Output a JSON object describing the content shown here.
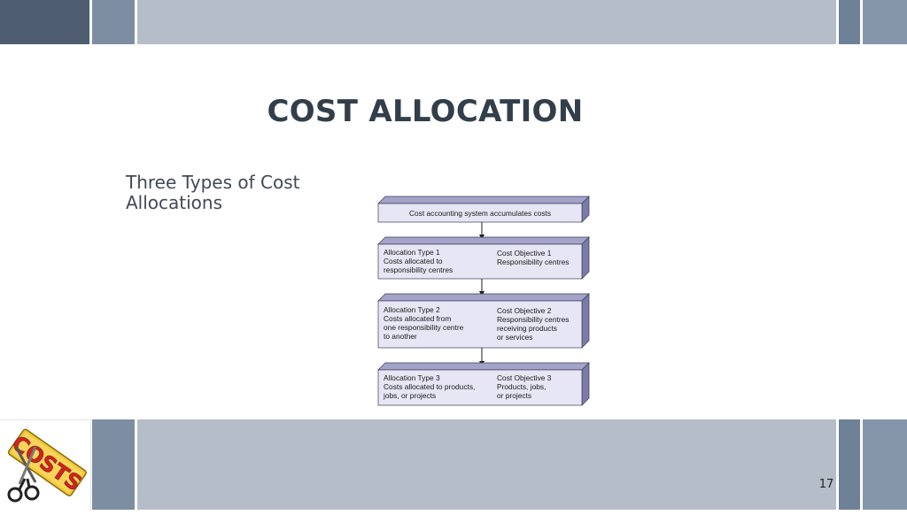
{
  "slide": {
    "title": "COST ALLOCATION",
    "subtitle": "Three Types of Cost Allocations",
    "slide_number": "17"
  },
  "logo": {
    "text": "COSTS",
    "icon": "scissors-icon"
  },
  "diagram": {
    "top_box": "Cost accounting system accumulates costs",
    "steps": [
      {
        "left": [
          "Allocation Type 1",
          "Costs allocated to",
          "responsibility centres"
        ],
        "right": [
          "Cost Objective 1",
          "Responsibility centres"
        ]
      },
      {
        "left": [
          "Allocation Type 2",
          "Costs allocated from",
          "one responsibility centre",
          "to another"
        ],
        "right": [
          "Cost Objective 2",
          "Responsibility centres",
          "receiving products",
          "or services"
        ]
      },
      {
        "left": [
          "Allocation Type 3",
          "Costs allocated to products,",
          "jobs, or projects"
        ],
        "right": [
          "Cost Objective 3",
          "Products, jobs,",
          "or projects"
        ]
      }
    ]
  },
  "colors": {
    "band_dark": "#4e5d6f",
    "band_mid": "#7e8ea2",
    "band_light": "#b5bdc8",
    "box_fill": "#e6e6f4",
    "box_side": "#7b7ba8",
    "box_top": "#a3a3c9",
    "title": "#323f4b"
  }
}
